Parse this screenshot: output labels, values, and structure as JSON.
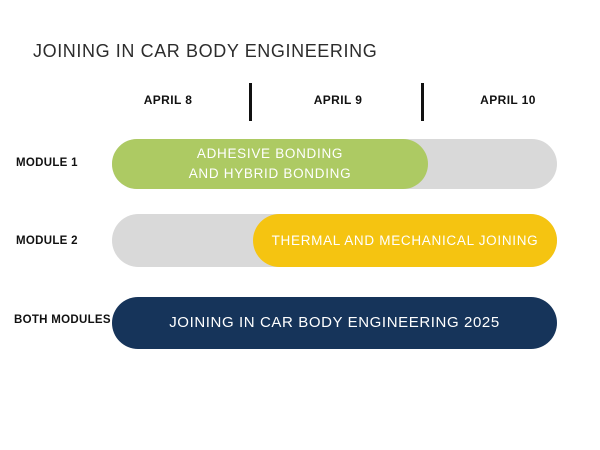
{
  "title": "JOINING IN CAR BODY ENGINEERING",
  "header": {
    "dates": [
      "APRIL 8",
      "APRIL 9",
      "APRIL 10"
    ]
  },
  "rows": [
    {
      "label": "MODULE 1",
      "bar": {
        "line1": "ADHESIVE BONDING",
        "line2": "AND HYBRID BONDING"
      },
      "color": "#ADCA63",
      "track_color": "#D9D9D9"
    },
    {
      "label": "MODULE 2",
      "bar": {
        "line1": "THERMAL AND MECHANICAL JOINING"
      },
      "color": "#F5C411",
      "track_color": "#D9D9D9"
    },
    {
      "label": "BOTH MODULES",
      "bar": {
        "line1": "JOINING IN CAR BODY ENGINEERING 2025"
      },
      "color": "#16345A"
    }
  ],
  "chart_data": {
    "type": "bar",
    "subtype": "gantt-timeline",
    "title": "JOINING IN CAR BODY ENGINEERING",
    "x_categories": [
      "APRIL 8",
      "APRIL 9",
      "APRIL 10"
    ],
    "track_color": "#D9D9D9",
    "grid": false,
    "legend": false,
    "rows": [
      {
        "label": "MODULE 1",
        "bar_text": "ADHESIVE BONDING AND HYBRID BONDING",
        "start": "APRIL 8",
        "end": "APRIL 9",
        "span_columns": [
          1,
          2
        ],
        "color": "#ADCA63"
      },
      {
        "label": "MODULE 2",
        "bar_text": "THERMAL AND MECHANICAL JOINING",
        "start": "APRIL 9",
        "end": "APRIL 10",
        "span_columns": [
          2,
          3
        ],
        "color": "#F5C411"
      },
      {
        "label": "BOTH MODULES",
        "bar_text": "JOINING IN CAR BODY ENGINEERING 2025",
        "start": "APRIL 8",
        "end": "APRIL 10",
        "span_columns": [
          1,
          3
        ],
        "color": "#16345A"
      }
    ]
  }
}
